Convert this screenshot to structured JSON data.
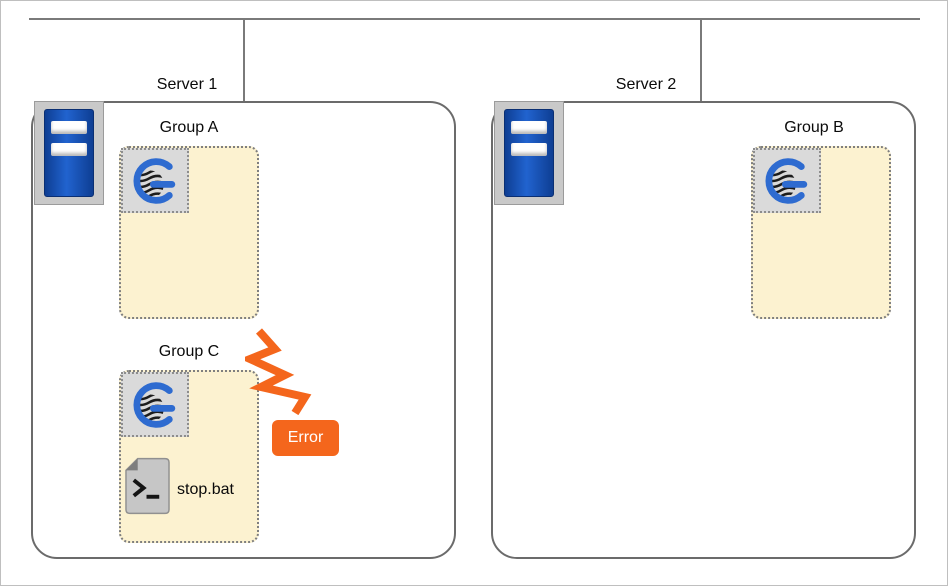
{
  "servers": [
    {
      "label": "Server 1",
      "groups": [
        {
          "label": "Group A"
        },
        {
          "label": "Group C",
          "status": "Error",
          "file": "stop.bat"
        }
      ]
    },
    {
      "label": "Server 2",
      "groups": [
        {
          "label": "Group B"
        }
      ]
    }
  ],
  "icons": {
    "server": "server-tower-icon",
    "group_logo": "app-logo-icon",
    "file": "terminal-file-icon",
    "error": "error-spark-icon"
  },
  "colors": {
    "connector_line": "#7a7a7a",
    "server_border": "#6b6b6b",
    "group_fill": "#fcf2d0",
    "group_border": "#7f7f7f",
    "server_blue": "#1553b6",
    "logo_blue": "#2e6bd0",
    "error_orange": "#f4661c"
  }
}
